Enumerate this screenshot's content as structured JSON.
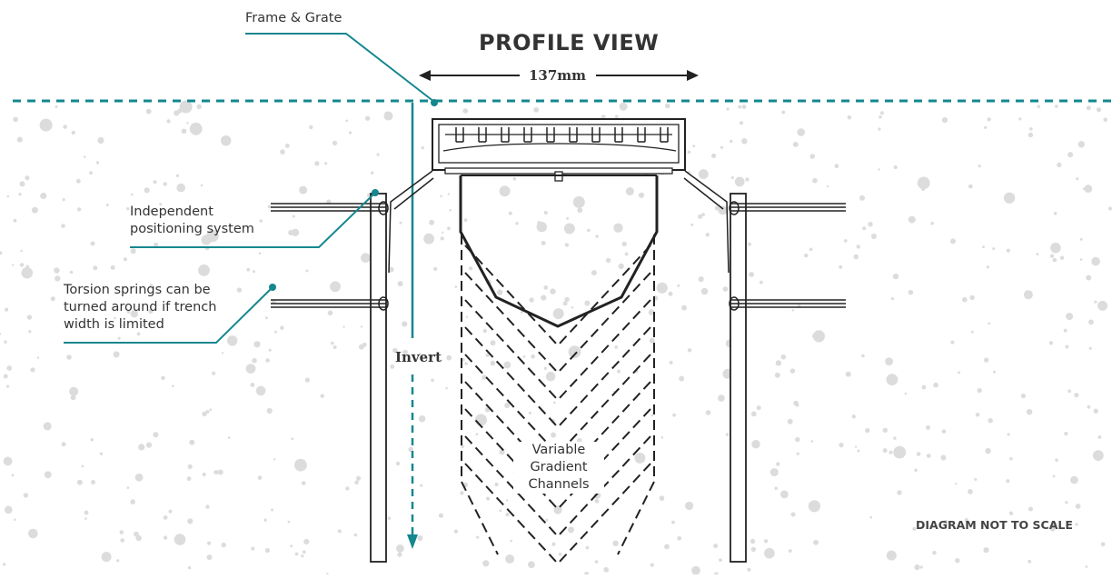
{
  "title": "PROFILE VIEW",
  "dimension": "137mm",
  "invert": "Invert",
  "note": "DIAGRAM NOT TO SCALE",
  "labels": {
    "frame": "Frame & Grate",
    "positioning": [
      "Independent",
      "positioning system"
    ],
    "springs": [
      "Torsion springs can be",
      "turned around if trench",
      "width is limited"
    ],
    "channels": [
      "Variable",
      "Gradient",
      "Channels"
    ]
  },
  "colors": {
    "leader": "#14878f",
    "ground_line": "#14878f",
    "outline": "#222222",
    "speckle": "#dcdcdc",
    "text": "#333333"
  }
}
